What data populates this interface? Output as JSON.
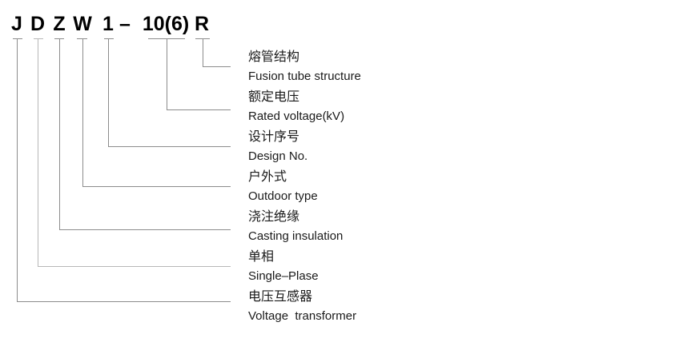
{
  "model": {
    "full_code": "JDZW1-10(6)R",
    "segments": [
      "J",
      "D",
      "Z",
      "W",
      "1",
      "–",
      "10(6)",
      "R"
    ]
  },
  "entries": [
    {
      "code": "R",
      "cn": "熔管结构",
      "en": "Fusion tube structure"
    },
    {
      "code": "10(6)",
      "cn": "额定电压",
      "en": "Rated voltage(kV)"
    },
    {
      "code": "1",
      "cn": "设计序号",
      "en": "Design No."
    },
    {
      "code": "W",
      "cn": "户外式",
      "en": "Outdoor type"
    },
    {
      "code": "Z",
      "cn": "浇注绝缘",
      "en": "Casting insulation"
    },
    {
      "code": "D",
      "cn": "单相",
      "en": "Single–Plase"
    },
    {
      "code": "J",
      "cn": "电压互感器",
      "en": "Voltage  transformer"
    }
  ],
  "colors": {
    "background": "#ffffff",
    "title_text": "#000000",
    "label_text": "#1a1a1a",
    "line": "#8c8c8c",
    "line_light": "#b8b8b8"
  }
}
